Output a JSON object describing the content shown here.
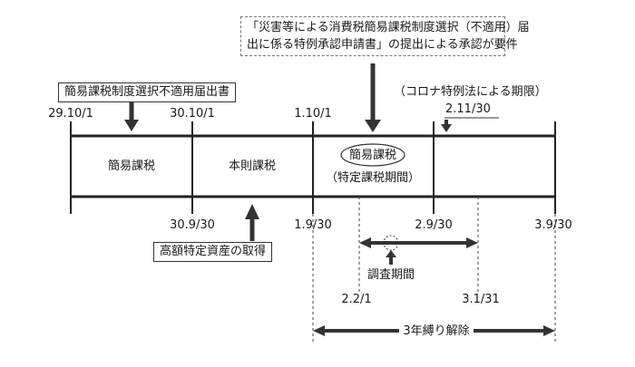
{
  "notice": {
    "line1": "「災害等による消費税簡易課税制度選択（不適用）届",
    "line2": "出に係る特例承認申請書」の提出による承認が要件"
  },
  "top_box": "簡易課税制度選択不適用届出書",
  "corona_note": "（コロナ特例法による期限）",
  "deadline": "2.11/30",
  "top_dates": [
    "29.10/1",
    "30.10/1",
    "1.10/1"
  ],
  "periods": {
    "p1": "簡易課税",
    "p2": "本則課税",
    "p3_main": "簡易課税",
    "p3_sub": "（特定課税期間）"
  },
  "bottom_dates": [
    "30.9/30",
    "1.9/30",
    "2.9/30",
    "3.9/30"
  ],
  "bottom_box": "高額特定資産の取得",
  "survey_label": "調査期間",
  "survey_dates": [
    "2.2/1",
    "3.1/31"
  ],
  "release_label": "3年縛り解除"
}
